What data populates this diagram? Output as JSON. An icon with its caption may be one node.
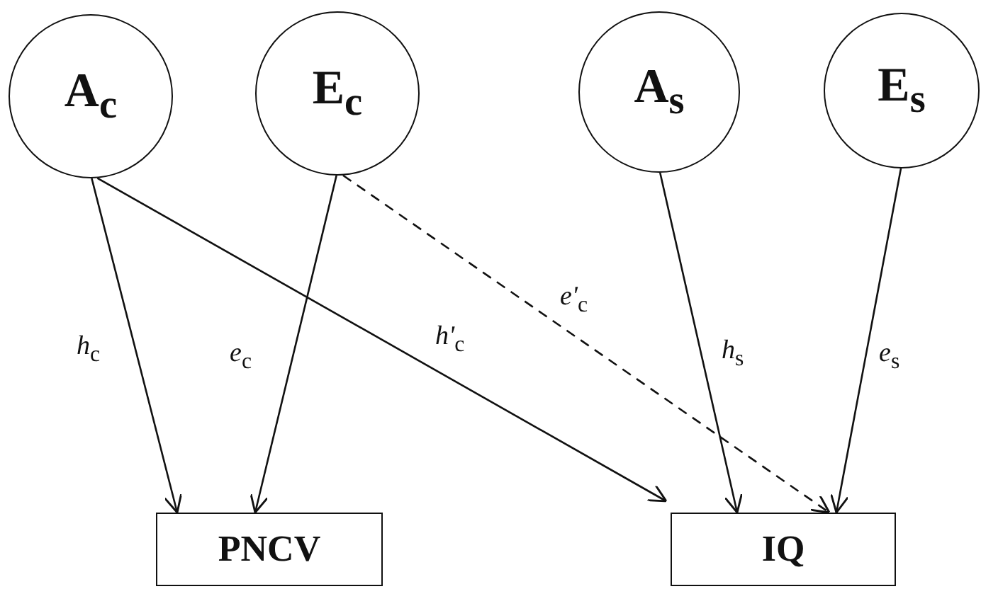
{
  "diagram": {
    "nodes": [
      {
        "text": [
          "A$_{c}$"
        ]
      },
      {
        "text": [
          "E$_{c}$"
        ]
      },
      {
        "text": [
          "A$_{s}$"
        ]
      },
      {
        "text": [
          "E$_{s}$"
        ]
      },
      {
        "text": [
          "PNCV"
        ]
      },
      {
        "text": [
          "IQ"
        ]
      }
    ],
    "edges": [
      {
        "from": 0,
        "to": 4,
        "arrow": "to",
        "label": "*h*$_{c}$"
      },
      {
        "from": 1,
        "to": 4,
        "arrow": "to",
        "label": "*e*$_{c}$"
      },
      {
        "from": 0,
        "to": 5,
        "arrow": "to",
        "label": "*h'*$_{c}$"
      },
      {
        "from": 1,
        "to": 5,
        "arrow": "to",
        "label": "*e'*$_{c}$",
        "style": "dashed"
      },
      {
        "from": 2,
        "to": 5,
        "arrow": "to",
        "label": "*h*$_{s}$"
      },
      {
        "from": 3,
        "to": 5,
        "arrow": "to",
        "label": "*e*$_{s}$"
      }
    ]
  }
}
